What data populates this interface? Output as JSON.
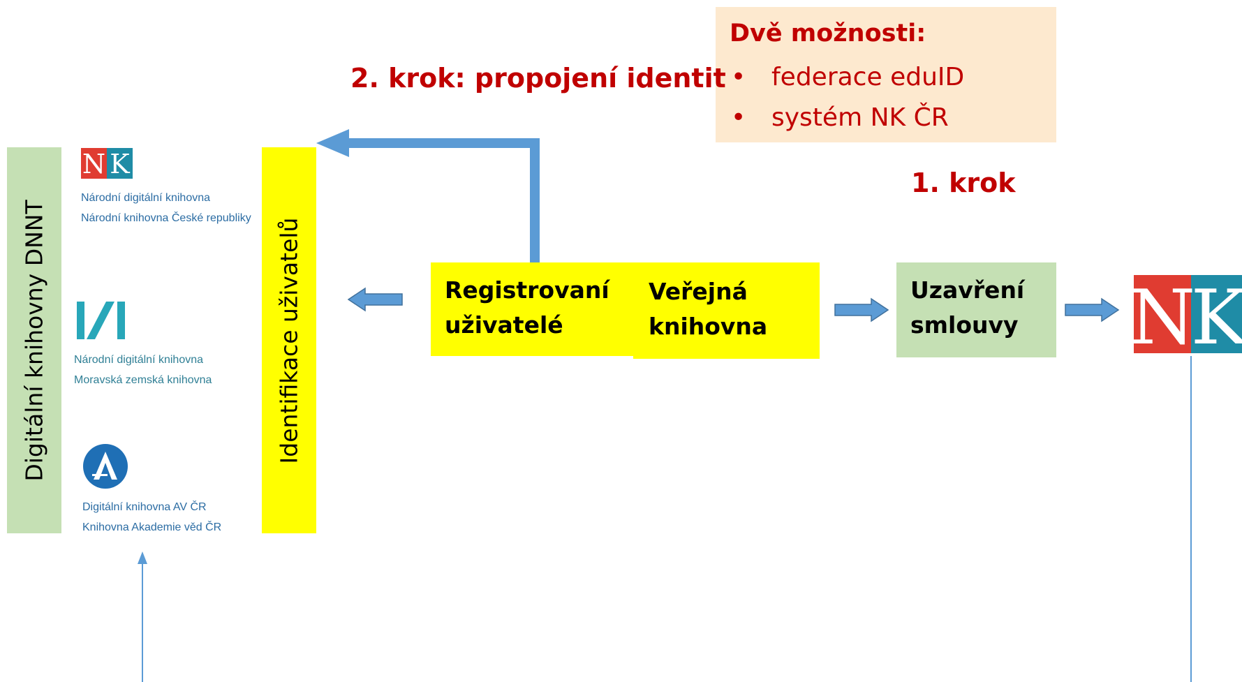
{
  "left_bar": {
    "label": "Digitální knihovny DNNT"
  },
  "identification_bar": {
    "label": "Identifikace uživatelů"
  },
  "libraries": [
    {
      "logo": "NK",
      "line1": "Národní digitální knihovna",
      "line2": "Národní knihovna České republiky"
    },
    {
      "logo": "I/I",
      "line1": "Národní digitální knihovna",
      "line2": "Moravská zemská knihovna"
    },
    {
      "logo": "A",
      "line1": "Digitální knihovna AV ČR",
      "line2": "Knihovna Akademie věd ČR"
    }
  ],
  "boxes": {
    "registered_users": [
      "Registrovaní",
      "uživatelé"
    ],
    "public_library": [
      "Veřejná",
      "knihovna"
    ],
    "contract": [
      "Uzavření",
      "smlouvy"
    ]
  },
  "options": {
    "title": "Dvě možnosti:",
    "items": [
      "federace eduID",
      "systém NK ČR"
    ]
  },
  "steps": {
    "step1": "1. krok",
    "step2": "2. krok: propojení identit"
  },
  "nk_logo": {
    "left_letter": "N",
    "right_letter": "K"
  },
  "colors": {
    "accent_red": "#c00000",
    "arrow_blue": "#5b9bd5",
    "yellow": "#ffff00",
    "green": "#c5e0b4",
    "peach": "#fde9cf",
    "nk_red": "#e03c31",
    "nk_teal": "#1f8ca6"
  }
}
